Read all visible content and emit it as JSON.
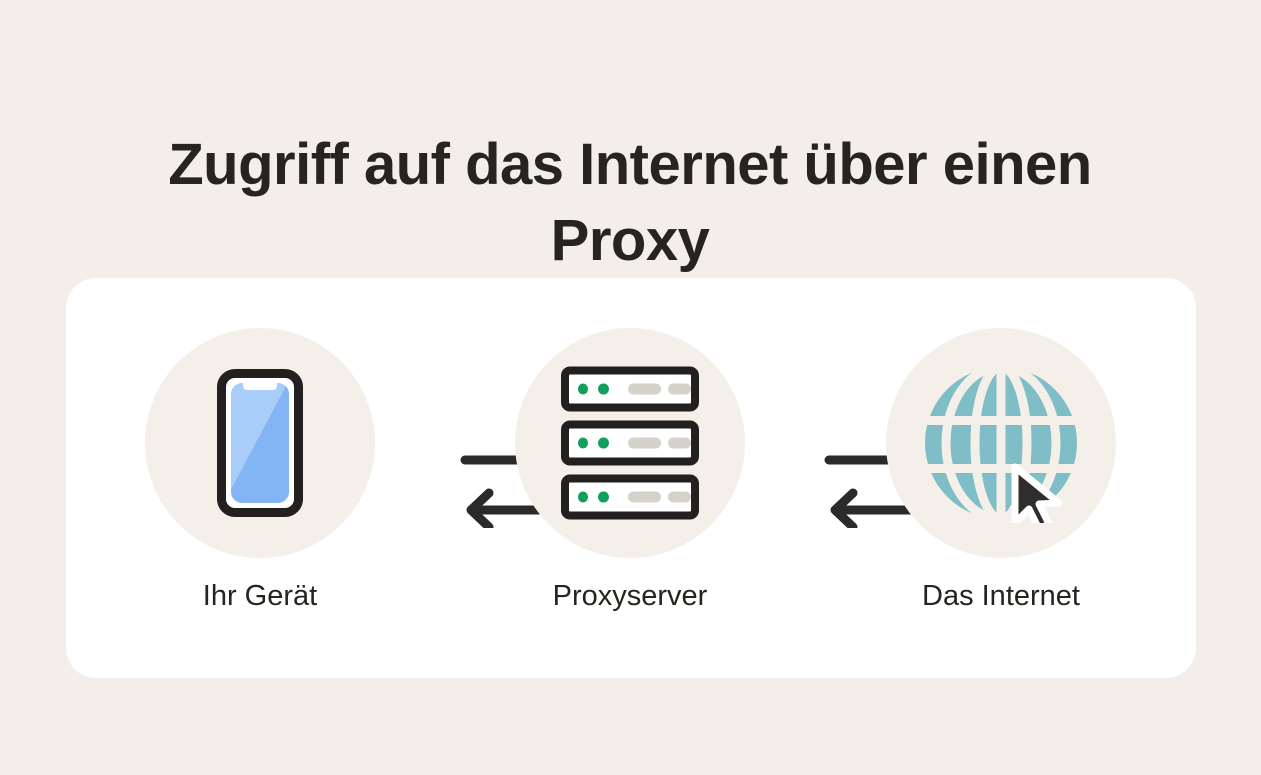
{
  "page": {
    "background_color": "#f3eee9",
    "title": "Zugriff auf das Internet über einen Proxy"
  },
  "card": {
    "background_color": "#ffffff"
  },
  "nodes": [
    {
      "id": "device",
      "label": "Ihr Gerät",
      "icon": "smartphone-icon",
      "circle_color": "#f4efe9",
      "accent_color": "#8fbcf5"
    },
    {
      "id": "proxy",
      "label": "Proxyserver",
      "icon": "server-rack-icon",
      "circle_color": "#f4efe9",
      "accent_color": "#11a05c"
    },
    {
      "id": "internet",
      "label": "Das Internet",
      "icon": "globe-icon",
      "circle_color": "#f4efe9",
      "accent_color": "#7fbec7"
    }
  ],
  "connectors": [
    {
      "id": "device-to-proxy",
      "from": "device",
      "to": "proxy",
      "arrows": [
        {
          "direction": "right",
          "icon": "arrow-right-icon"
        },
        {
          "direction": "left",
          "icon": "arrow-left-icon"
        }
      ],
      "color": "#2b2a28"
    },
    {
      "id": "proxy-to-internet",
      "from": "proxy",
      "to": "internet",
      "arrows": [
        {
          "direction": "right",
          "icon": "arrow-right-icon"
        },
        {
          "direction": "left",
          "icon": "arrow-left-icon"
        }
      ],
      "color": "#2b2a28"
    }
  ],
  "icons": {
    "cursor": "mouse-pointer-icon",
    "phone_notch": "phone-notch",
    "server_leds": [
      "led-green",
      "led-green"
    ],
    "server_bars": [
      "bar-long",
      "bar-short"
    ]
  },
  "colors": {
    "text": "#26241f",
    "outline": "#222120",
    "led_green": "#11a05c",
    "bar_gray": "#d5d2cb",
    "phone_blue_light": "#a9cdf9",
    "phone_blue_dark": "#83b4f4",
    "globe_teal": "#7fbec7",
    "arrow": "#2b2a28"
  }
}
